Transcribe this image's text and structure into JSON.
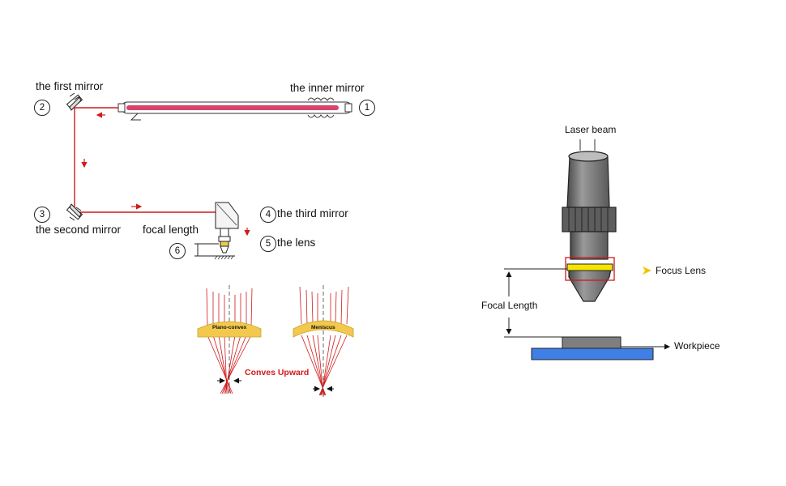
{
  "left_diagram": {
    "labels": {
      "first_mirror": "the first mirror",
      "inner_mirror": "the inner mirror",
      "second_mirror": "the second mirror",
      "third_mirror": "the third mirror",
      "lens": "the lens",
      "focal_length": "focal length"
    },
    "markers": {
      "one": "1",
      "two": "2",
      "three": "3",
      "four": "4",
      "five": "5",
      "six": "6"
    },
    "lens_types": {
      "plano_convex": "Plano-convex",
      "meniscus": "Meniscus",
      "note": "Conves Upward"
    }
  },
  "right_diagram": {
    "laser_beam": "Laser beam",
    "focus_lens": "Focus Lens",
    "focal_length": "Focal Length",
    "workpiece": "Workpiece"
  },
  "colors": {
    "beam_red": "#d11a1a",
    "tube_pink": "#d9436b",
    "lens_yellow": "#f2c94c",
    "focus_yellow": "#f5e500",
    "workpiece_blue": "#3f7fe6",
    "nozzle_gray": "#7f7f7f"
  }
}
